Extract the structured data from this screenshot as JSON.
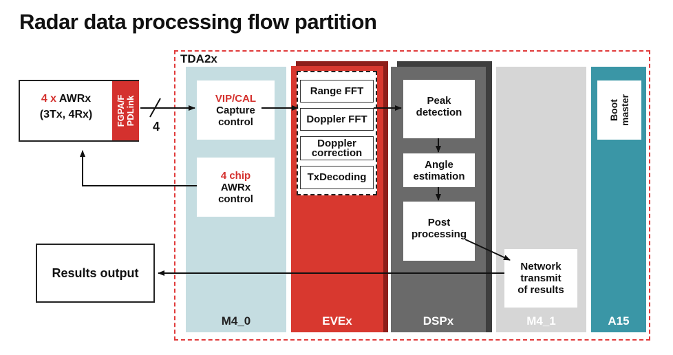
{
  "title": "Radar data processing flow partition",
  "tda_label": "TDA2x",
  "awr": {
    "line1_prefix": "4 x ",
    "line1_main": "AWRx",
    "line2": "(3Tx, 4Rx)",
    "link_label_1": "FGPA/F",
    "link_label_2": "PDLink",
    "bus_width": "4"
  },
  "columns": {
    "m4_0": "M4_0",
    "evex": "EVEx",
    "dspx": "DSPx",
    "m4_1": "M4_1",
    "a15": "A15"
  },
  "m4_0": {
    "capture_line1": "VIP/CAL",
    "capture_line2": "Capture",
    "capture_line3": "control",
    "chip_line1": "4 chip",
    "chip_line2": "AWRx",
    "chip_line3": "control"
  },
  "eve": {
    "items": [
      "Range FFT",
      "Doppler FFT",
      "Doppler correction",
      "TxDecoding"
    ]
  },
  "dsp": {
    "peak_line1": "Peak",
    "peak_line2": "detection",
    "angle_line1": "Angle",
    "angle_line2": "estimation",
    "post_line1": "Post",
    "post_line2": "processing"
  },
  "m4_1": {
    "net_line1": "Network",
    "net_line2": "transmit",
    "net_line3": "of results"
  },
  "a15": {
    "boot_line1": "Boot",
    "boot_line2": "master"
  },
  "results_output": "Results output",
  "colors": {
    "red": "#d4312e",
    "m4_0": "#c5dde1",
    "evex": "#d8382f",
    "dspx": "#6a6a6a",
    "dspx_shadow": "#3e3e3e",
    "m4_1": "#d6d6d6",
    "a15": "#3a96a6",
    "dashed_border": "#e03a3a"
  }
}
